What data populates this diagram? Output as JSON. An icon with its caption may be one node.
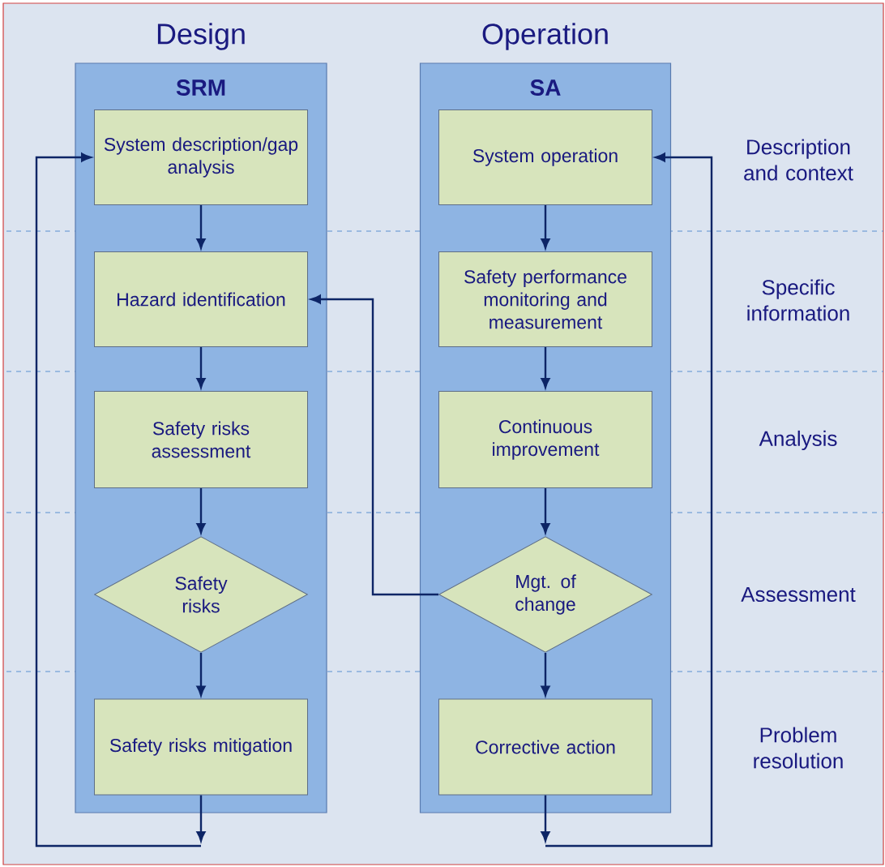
{
  "diagram": {
    "nodes": [
      {
        "text": [
          "Design",
          "SRM"
        ]
      },
      {
        "text": [
          "Operation",
          "SA"
        ]
      },
      {
        "text": [
          "System description/gap analysis"
        ],
        "in": 0
      },
      {
        "text": [
          "Hazard identification"
        ],
        "in": 0
      },
      {
        "text": [
          "Safety risks assessment"
        ],
        "in": 0
      },
      {
        "text": [
          "Safety risks"
        ],
        "in": 0
      },
      {
        "text": [
          "Safety risks mitigation"
        ],
        "in": 0
      },
      {
        "text": [
          "System operation"
        ],
        "in": 1
      },
      {
        "text": [
          "Safety performance monitoring and measurement"
        ],
        "in": 1
      },
      {
        "text": [
          "Continuous improvement"
        ],
        "in": 1
      },
      {
        "text": [
          "Mgt. of change"
        ],
        "in": 1
      },
      {
        "text": [
          "Corrective action"
        ],
        "in": 1
      }
    ],
    "edges": [
      {
        "from": 2,
        "to": 3,
        "arrow": "to"
      },
      {
        "from": 3,
        "to": 4,
        "arrow": "to"
      },
      {
        "from": 4,
        "to": 5,
        "arrow": "to"
      },
      {
        "from": 5,
        "to": 6,
        "arrow": "to"
      },
      {
        "from": 6,
        "to": null,
        "arrow": "to"
      },
      {
        "from": null,
        "to": 2,
        "arrow": "to"
      },
      {
        "from": 7,
        "to": 8,
        "arrow": "to"
      },
      {
        "from": 8,
        "to": 9,
        "arrow": "to"
      },
      {
        "from": 9,
        "to": 10,
        "arrow": "to"
      },
      {
        "from": 10,
        "to": 11,
        "arrow": "to"
      },
      {
        "from": 11,
        "to": null,
        "arrow": "to"
      },
      {
        "from": null,
        "to": 7,
        "arrow": "to"
      },
      {
        "from": 10,
        "to": 3,
        "arrow": "to"
      }
    ],
    "labels": [
      "Description and context",
      "Specific information",
      "Analysis",
      "Assessment",
      "Problem resolution"
    ]
  }
}
